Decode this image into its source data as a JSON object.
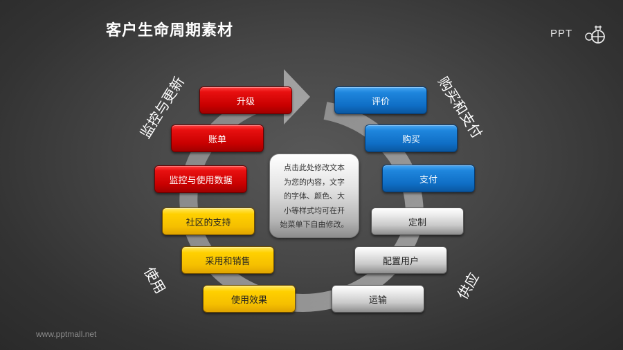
{
  "header": {
    "title": "客户生命周期素材"
  },
  "logo": {
    "text": "PPT",
    "icon": "ppt-mascot-icon"
  },
  "footer": {
    "url": "www.pptmall.net"
  },
  "stages": {
    "monitor_update": "监控与更新",
    "purchase_pay": "购买和支付",
    "use": "使用",
    "supply": "供应"
  },
  "steps": {
    "red": [
      "升级",
      "账单",
      "监控与使用数据"
    ],
    "blue": [
      "评价",
      "购买",
      "支付"
    ],
    "gray": [
      "定制",
      "配置用户",
      "运输"
    ],
    "yellow": [
      "社区的支持",
      "采用和销售",
      "使用效果"
    ]
  },
  "center": {
    "lines": [
      "点击此处修改文本",
      "为您的内容，文字",
      "的字体、颜色、大",
      "小等样式均可在开",
      "始菜单下自由修改。"
    ]
  },
  "colors": {
    "red": "#d40000",
    "blue": "#1a7fd6",
    "yellow": "#ffcc00",
    "gray": "#d0d0d0",
    "background": "#444444"
  }
}
